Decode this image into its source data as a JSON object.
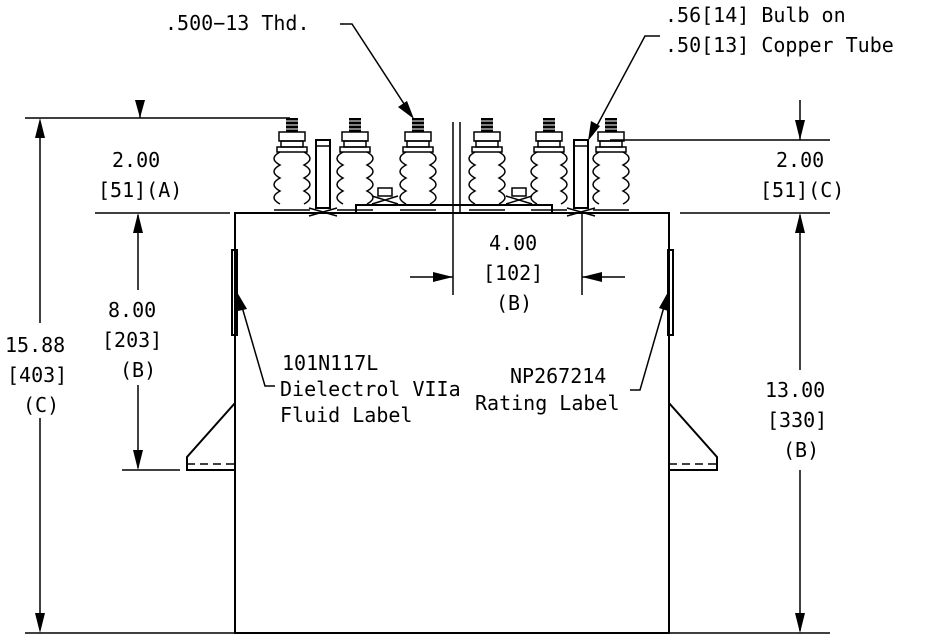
{
  "callouts": {
    "thread": ".500−13 Thd.",
    "bulb_line1": ".56[14] Bulb on",
    "bulb_line2": ".50[13] Copper Tube",
    "fluid_line1": "101N117L",
    "fluid_line2": "Dielectrol VIIa",
    "fluid_line3": "Fluid Label",
    "rating_line1": "NP267214",
    "rating_line2": "Rating Label"
  },
  "dimensions": {
    "top_left": {
      "value": "2.00",
      "metric": "[51](A)"
    },
    "top_right": {
      "value": "2.00",
      "metric": "[51](C)"
    },
    "bushing_spacing": {
      "value": "4.00",
      "metric": "[102]",
      "note": "(B)"
    },
    "bracket_height": {
      "value": "8.00",
      "metric": "[203]",
      "note": "(B)"
    },
    "overall_height": {
      "value": "15.88",
      "metric": "[403]",
      "note": "(C)"
    },
    "case_height": {
      "value": "13.00",
      "metric": "[330]",
      "note": "(B)"
    }
  },
  "colors": {
    "line": "#000000",
    "background": "#ffffff"
  }
}
